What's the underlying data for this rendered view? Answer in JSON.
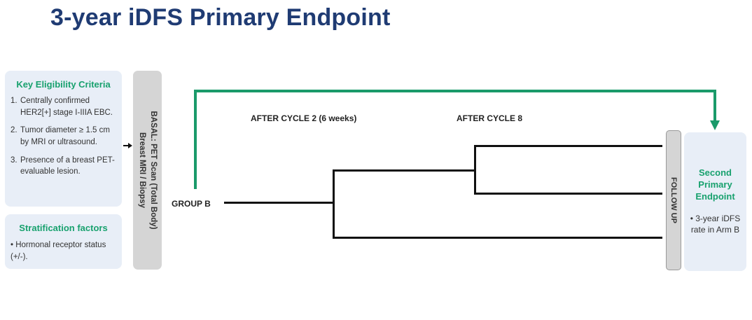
{
  "title": "3-year iDFS Primary Endpoint",
  "eligibility": {
    "heading": "Key Eligibility Criteria",
    "items": [
      {
        "num": "1.",
        "text": "Centrally confirmed HER2[+] stage I-IIIA EBC."
      },
      {
        "num": "2.",
        "text": "Tumor diameter ≥ 1.5 cm by MRI or ultrasound."
      },
      {
        "num": "3.",
        "text": "Presence of a breast PET-evaluable lesion."
      }
    ]
  },
  "stratification": {
    "heading": "Stratification factors",
    "item": "• Hormonal receptor status (+/-)."
  },
  "basal": {
    "line1": "BASAL:  PET Scan (Total Body)",
    "line2": "Breast MRI / Biopsy"
  },
  "group_label": "GROUP B",
  "cycle_labels": {
    "after_cycle_2": "AFTER CYCLE 2 (6 weeks)",
    "after_cycle_8": "AFTER CYCLE 8"
  },
  "follow_up": "FOLLOW UP",
  "endpoint": {
    "heading": "Second Primary Endpoint",
    "text": "• 3-year iDFS rate in Arm B"
  },
  "colors": {
    "title": "#1f3b73",
    "accent_green": "#18a16e",
    "panel_bg": "#e8eef7",
    "bar_gray": "#d5d5d5"
  }
}
